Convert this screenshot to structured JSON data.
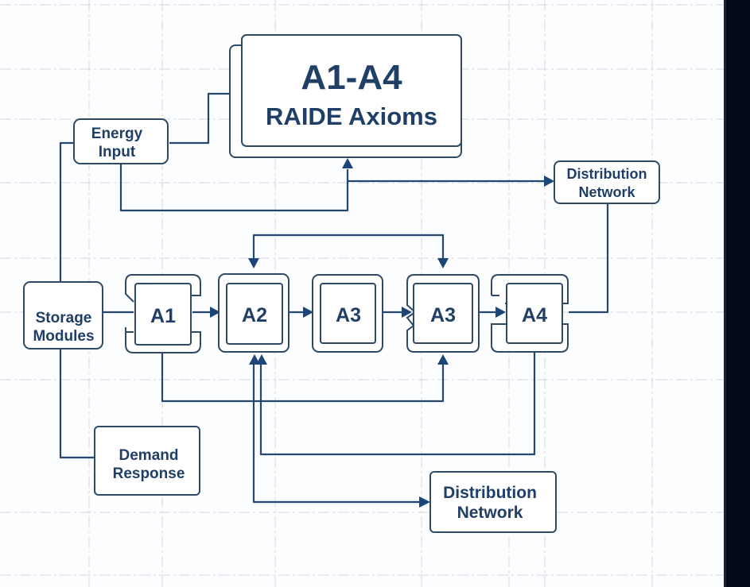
{
  "diagram": {
    "title": {
      "line1": "A1-A4",
      "line2": "RAIDE Axioms"
    },
    "nodes": {
      "energy_input": {
        "line1": "Energy",
        "line2": "Input"
      },
      "distribution_network_top": {
        "line1": "Distribution",
        "line2": "Network"
      },
      "storage_modules": {
        "line1": "Storage",
        "line2": "Modules"
      },
      "a1": "A1",
      "a2": "A2",
      "a3_first": "A3",
      "a3_second": "A3",
      "a4": "A4",
      "demand_response": {
        "line1": "Demand",
        "line2": "Response"
      },
      "distribution_network_bottom": {
        "line1": "Distribution",
        "line2": "Network"
      }
    },
    "edges": [
      {
        "from": "Energy Input",
        "to": "A1-A4 RAIDE Axioms"
      },
      {
        "from": "Energy Input",
        "to": "A1-A4 RAIDE Axioms (via loop)"
      },
      {
        "from": "A1-A4 RAIDE Axioms",
        "to": "Distribution Network"
      },
      {
        "from": "Storage Modules",
        "to": "Energy Input"
      },
      {
        "from": "Storage Modules",
        "to": "A1"
      },
      {
        "from": "Storage Modules",
        "to": "Demand Response"
      },
      {
        "from": "A1",
        "to": "A2"
      },
      {
        "from": "A2",
        "to": "A3"
      },
      {
        "from": "A3",
        "to": "A3"
      },
      {
        "from": "A3",
        "to": "A4"
      },
      {
        "from": "A4",
        "to": "Distribution Network"
      },
      {
        "from": "A2",
        "to": "A3 (top loop)"
      },
      {
        "from": "A1",
        "to": "A3 (bottom loop)"
      },
      {
        "from": "A4",
        "to": "A2 (bottom loop)"
      },
      {
        "from": "A2",
        "to": "Distribution Network (bottom)"
      }
    ],
    "colors": {
      "stroke": "#2e4a66",
      "text": "#1f3f66",
      "arrow": "#1c4679",
      "grid": "#d3d8de",
      "side_panel": "#050a18"
    }
  }
}
